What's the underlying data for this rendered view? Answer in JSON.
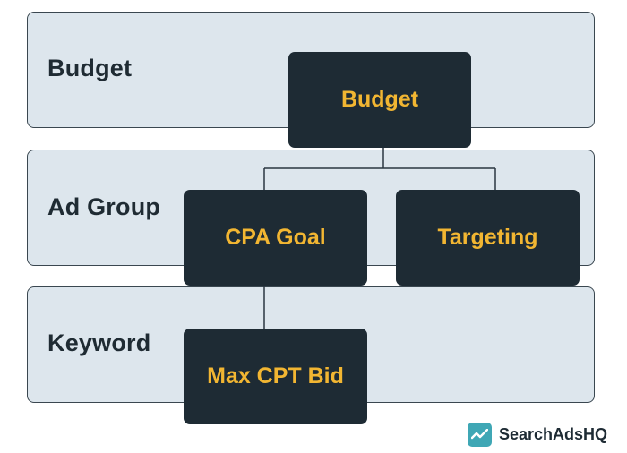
{
  "levels": [
    {
      "label": "Budget"
    },
    {
      "label": "Ad Group"
    },
    {
      "label": "Keyword"
    }
  ],
  "nodes": {
    "budget": "Budget",
    "cpa_goal": "CPA Goal",
    "targeting": "Targeting",
    "max_cpt_bid": "Max CPT Bid"
  },
  "brand": {
    "name": "SearchAdsHQ",
    "icon": "chart-line-icon"
  },
  "colors": {
    "band_fill": "#dde6ed",
    "node_fill": "#1e2b34",
    "node_text": "#f2b632",
    "brand_accent": "#3fa7b5"
  }
}
